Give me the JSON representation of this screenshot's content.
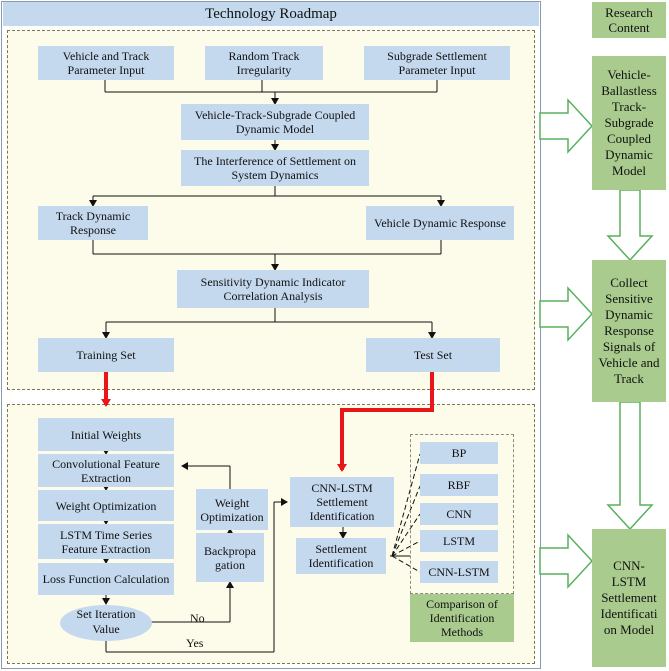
{
  "title": "Technology Roadmap",
  "inputs": {
    "vehicle_track": "Vehicle and Track Parameter Input",
    "random_irregularity": "Random Track Irregularity",
    "subgrade_settlement": "Subgrade Settlement Parameter Input"
  },
  "coupled_model": "Vehicle-Track-Subgrade Coupled Dynamic Model",
  "interference": "The Interference of Settlement on System Dynamics",
  "track_response": "Track Dynamic Response",
  "vehicle_response": "Vehicle Dynamic Response",
  "sensitivity": "Sensitivity Dynamic Indicator Correlation Analysis",
  "training_set": "Training Set",
  "test_set": "Test Set",
  "training": {
    "initial_weights": "Initial Weights",
    "conv_feature": "Convolutional Feature Extraction",
    "weight_opt_left": "Weight Optimization",
    "lstm_feature": "LSTM Time Series Feature Extraction",
    "loss_function": "Loss Function Calculation",
    "set_iteration": "Set Iteration Value",
    "weight_opt_right": "Weight Optimization",
    "backpropagation": "Backpropa gation",
    "no_label": "No",
    "yes_label": "Yes"
  },
  "identification": {
    "cnn_lstm_settlement": "CNN-LSTM Settlement Identification",
    "settlement_identification": "Settlement Identification"
  },
  "methods": [
    "BP",
    "RBF",
    "CNN",
    "LSTM",
    "CNN-LSTM"
  ],
  "comparison_label": "Comparison of Identification Methods",
  "research": {
    "header": "Research Content",
    "step1": "Vehicle-Ballastless Track-Subgrade Coupled Dynamic Model",
    "step2": "Collect Sensitive Dynamic Response Signals of Vehicle and Track",
    "step3": "CNN-LSTM Settlement Identificati on Model"
  },
  "colors": {
    "box_blue": "#c5d9ee",
    "box_green": "#a9cb8e",
    "panel_bg": "#fdfbe9",
    "red_arrow": "#e8161b",
    "hollow_arrow": "#58b05c"
  }
}
